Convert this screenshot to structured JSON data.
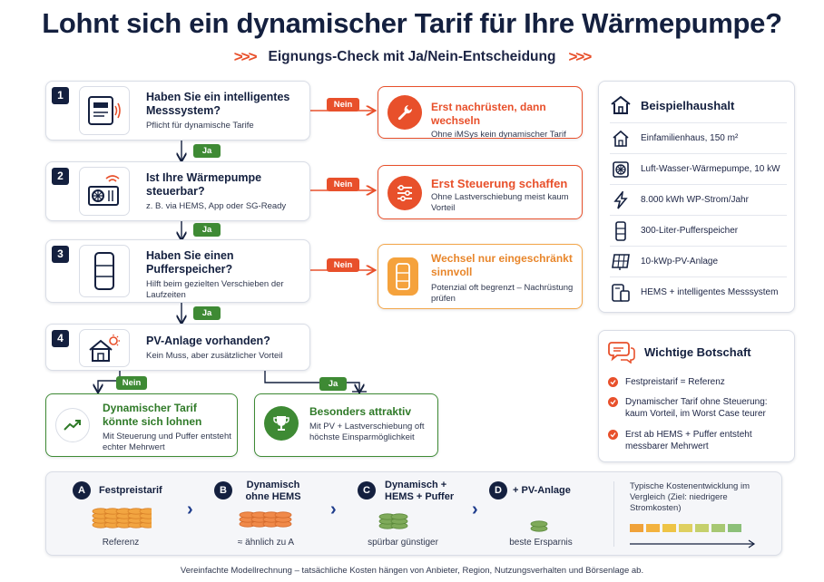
{
  "title": "Lohnt sich ein dynamischer Tarif für Ihre Wärmepumpe?",
  "subtitle": "Eignungs-Check mit Ja/Nein-Entscheidung",
  "subtitle_chevron": ">>>",
  "questions": [
    {
      "num": "1",
      "title": "Haben Sie ein intelligentes Messsystem?",
      "sub": "Pflicht für dynamische Tarife",
      "icon": "smart-meter-icon"
    },
    {
      "num": "2",
      "title": "Ist Ihre Wärmepumpe steuerbar?",
      "sub": "z. B. via HEMS, App oder SG-Ready",
      "icon": "heat-pump-icon"
    },
    {
      "num": "3",
      "title": "Haben Sie einen Pufferspeicher?",
      "sub": "Hilft beim gezielten Verschieben der Laufzeiten",
      "icon": "buffer-tank-icon"
    },
    {
      "num": "4",
      "title": "PV-Anlage vorhanden?",
      "sub": "Kein Muss, aber zusätzlicher Vorteil",
      "icon": "house-sun-icon"
    }
  ],
  "labels": {
    "yes": "Ja",
    "no": "Nein"
  },
  "results": [
    {
      "title": "Erst nachrüsten, dann wechseln",
      "sub": "Ohne iMSys kein dynamischer Tarif",
      "icon": "wrench-icon"
    },
    {
      "title": "Erst Steuerung schaffen",
      "sub": "Ohne Lastverschiebung meist kaum Vorteil",
      "icon": "sliders-icon"
    },
    {
      "title": "Wechsel nur eingeschränkt sinnvoll",
      "sub": "Potenzial oft begrenzt – Nachrüstung prüfen",
      "icon": "tank-icon"
    }
  ],
  "outcomes": [
    {
      "title": "Dynamischer Tarif könnte sich lohnen",
      "sub": "Mit Steuerung und Puffer entsteht echter Mehrwert",
      "icon": "trend-up-icon"
    },
    {
      "title": "Besonders attraktiv",
      "sub": "Mit PV + Lastverschiebung oft höchste Einsparmöglichkeit",
      "icon": "trophy-icon"
    }
  ],
  "household": {
    "title": "Beispielhaushalt",
    "items": [
      {
        "text": "Einfamilienhaus, 150 m²",
        "icon": "house-icon"
      },
      {
        "text": "Luft-Wasser-Wärmepumpe, 10 kW",
        "icon": "fan-icon"
      },
      {
        "text": "8.000 kWh WP-Strom/Jahr",
        "icon": "lightning-icon"
      },
      {
        "text": "300-Liter-Pufferspeicher",
        "icon": "cylinder-icon"
      },
      {
        "text": "10-kWp-PV-Anlage",
        "icon": "solar-panel-icon"
      },
      {
        "text": "HEMS + intelligentes Messsystem",
        "icon": "devices-icon"
      }
    ]
  },
  "message": {
    "title": "Wichtige Botschaft",
    "items": [
      "Festpreistarif = Referenz",
      "Dynamischer Tarif ohne Steuerung: kaum Vorteil, im Worst Case teurer",
      "Erst ab HEMS + Puffer entsteht messbarer Mehrwert"
    ]
  },
  "scenarios": [
    {
      "letter": "A",
      "title": "Festpreistarif",
      "caption": "Referenz",
      "coins": 5
    },
    {
      "letter": "B",
      "title": "Dynamisch ohne HEMS",
      "caption": "≈ ähnlich zu A",
      "coins": 4
    },
    {
      "letter": "C",
      "title": "Dynamisch + HEMS + Puffer",
      "caption": "spürbar günstiger",
      "coins": 2
    },
    {
      "letter": "D",
      "title": "+ PV-Anlage",
      "caption": "beste Ersparnis",
      "coins": 1
    }
  ],
  "trend_text": "Typische Kostenentwicklung im Vergleich (Ziel: niedrigere Stromkosten)",
  "trend_colors": [
    "#f0a23a",
    "#f3b23e",
    "#eec446",
    "#dfd060",
    "#c5d06c",
    "#a7c873",
    "#8cc079"
  ],
  "footer": "Vereinfachte Modellrechnung – tatsächliche Kosten hängen von Anbieter, Region, Nutzungsverhalten und Börsenlage ab.",
  "colors": {
    "accent": "#e8502b",
    "navy": "#14203f",
    "green": "#3e8a34",
    "amber": "#f5a23c"
  }
}
